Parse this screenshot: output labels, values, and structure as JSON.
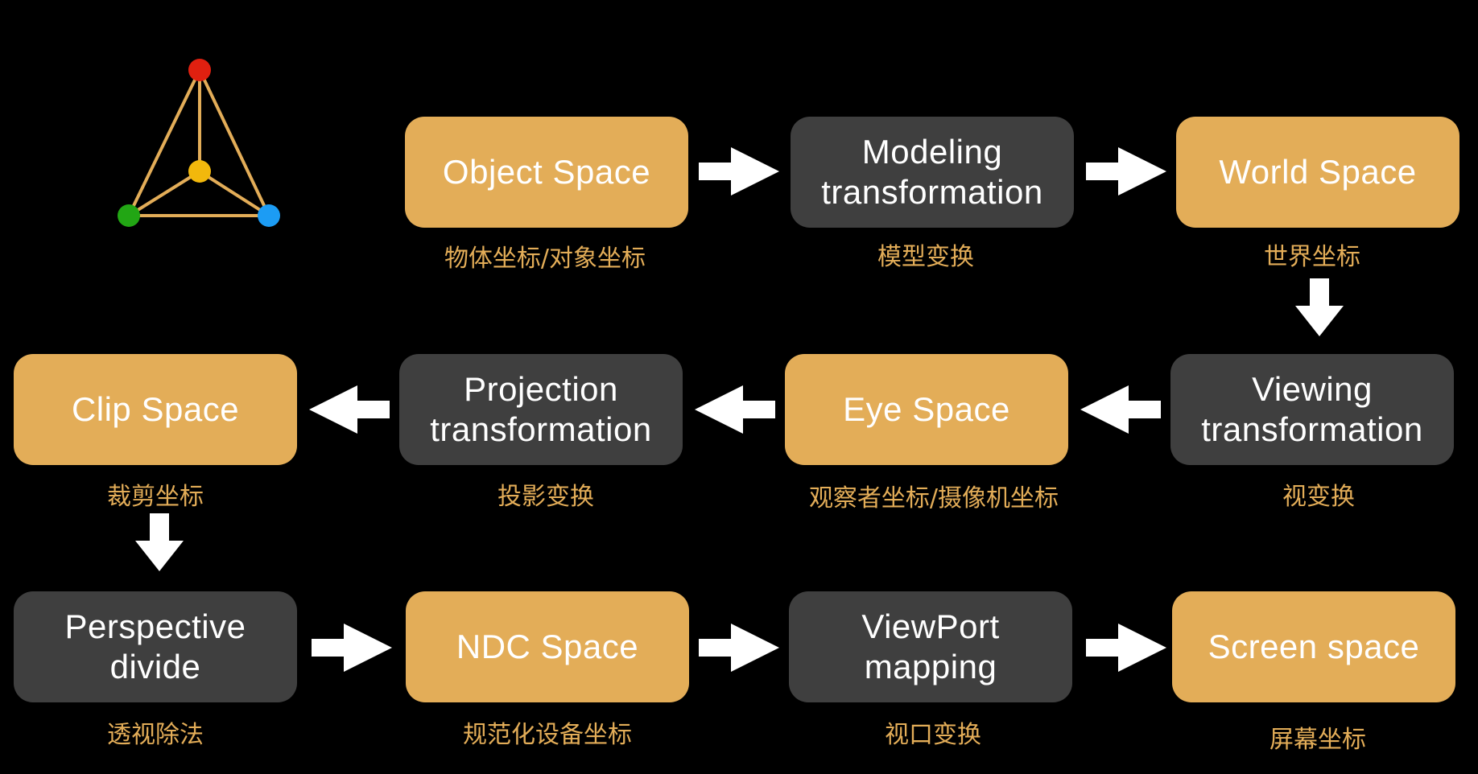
{
  "colors": {
    "space": "#e3ad58",
    "transform": "#3f3f3f",
    "caption": "#e3ad58",
    "arrow": "#ffffff"
  },
  "logo": {
    "vertex_colors": [
      "#e02010",
      "#f2b80c",
      "#22a614",
      "#1c9cf4"
    ]
  },
  "nodes": {
    "object_space": {
      "label": "Object Space",
      "caption": "物体坐标/对象坐标"
    },
    "modeling": {
      "label": "Modeling\ntransformation",
      "caption": "模型变换"
    },
    "world_space": {
      "label": "World Space",
      "caption": "世界坐标"
    },
    "viewing": {
      "label": "Viewing\ntransformation",
      "caption": "视变换"
    },
    "eye_space": {
      "label": "Eye Space",
      "caption": "观察者坐标/摄像机坐标"
    },
    "projection": {
      "label": "Projection\ntransformation",
      "caption": "投影变换"
    },
    "clip_space": {
      "label": "Clip Space",
      "caption": "裁剪坐标"
    },
    "perspective_divide": {
      "label": "Perspective\ndivide",
      "caption": "透视除法"
    },
    "ndc_space": {
      "label": "NDC Space",
      "caption": "规范化设备坐标"
    },
    "viewport": {
      "label": "ViewPort\nmapping",
      "caption": "视口变换"
    },
    "screen_space": {
      "label": "Screen space",
      "caption": "屏幕坐标"
    }
  }
}
